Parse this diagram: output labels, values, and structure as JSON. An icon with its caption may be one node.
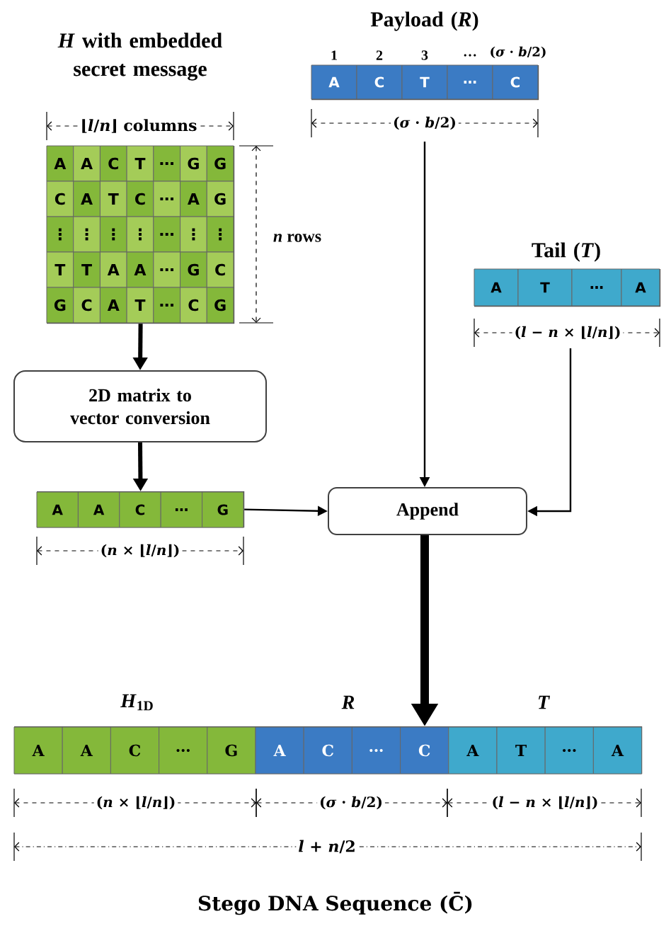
{
  "diagram": {
    "nodes": [
      {
        "text": [
          "*H* with embedded secret message"
        ]
      },
      {
        "text": [
          "Payload (*R*)"
        ]
      },
      {
        "text": [
          "Tail (*T*)"
        ]
      },
      {
        "text": [
          "2D matrix to vector conversion"
        ]
      },
      {
        "text": [],
        "shape": "bar"
      },
      {
        "text": [
          "Append"
        ]
      },
      {
        "text": [],
        "shape": "bar"
      }
    ],
    "caption": "Stego DNA Sequence (C̄)",
    "edges": [
      {
        "from": 0,
        "to": 3,
        "arrow": "to",
        "style": "thick"
      },
      {
        "from": 3,
        "to": 4,
        "arrow": "to",
        "style": "thick"
      },
      {
        "from": 4,
        "to": 5,
        "arrow": "to"
      },
      {
        "from": 1,
        "to": 5,
        "arrow": "to"
      },
      {
        "from": 2,
        "to": 5,
        "arrow": "to"
      },
      {
        "from": 5,
        "to": 6,
        "arrow": "to",
        "style": "thick"
      }
    ],
    "labels": [
      "⌊*l*/*n*⌋ columns",
      "A",
      "A",
      "C",
      "T",
      "…",
      "G",
      "G",
      "C",
      "A",
      "T",
      "C",
      "…",
      "A",
      "G",
      "⋮",
      "⋮",
      "⋮",
      "⋮",
      "…",
      "⋮",
      "⋮",
      "T",
      "T",
      "A",
      "A",
      "…",
      "G",
      "C",
      "G",
      "C",
      "A",
      "T",
      "…",
      "C",
      "G",
      "*n* rows",
      "1",
      "2",
      "3",
      "…",
      "(*σ* · *b*/2)",
      "A",
      "C",
      "T",
      "…",
      "C",
      "(*σ* · *b*/2)",
      "A",
      "T",
      "…",
      "A",
      "(*l* − *n* × ⌊*l*/*n*⌋)",
      "A",
      "A",
      "C",
      "…",
      "G",
      "(*n* × ⌊*l*/*n*⌋)",
      "*H*$_{1D}$",
      "*R*",
      "*T*",
      "A",
      "A",
      "C",
      "…",
      "G",
      "A",
      "C",
      "…",
      "C",
      "A",
      "T",
      "…",
      "A",
      "(*n* × ⌊*l*/*n*⌋)",
      "(*σ* · *b*/2)",
      "(*l* − *n* × ⌊*l*/*n*⌋)",
      "*l* + *n*/2"
    ]
  }
}
